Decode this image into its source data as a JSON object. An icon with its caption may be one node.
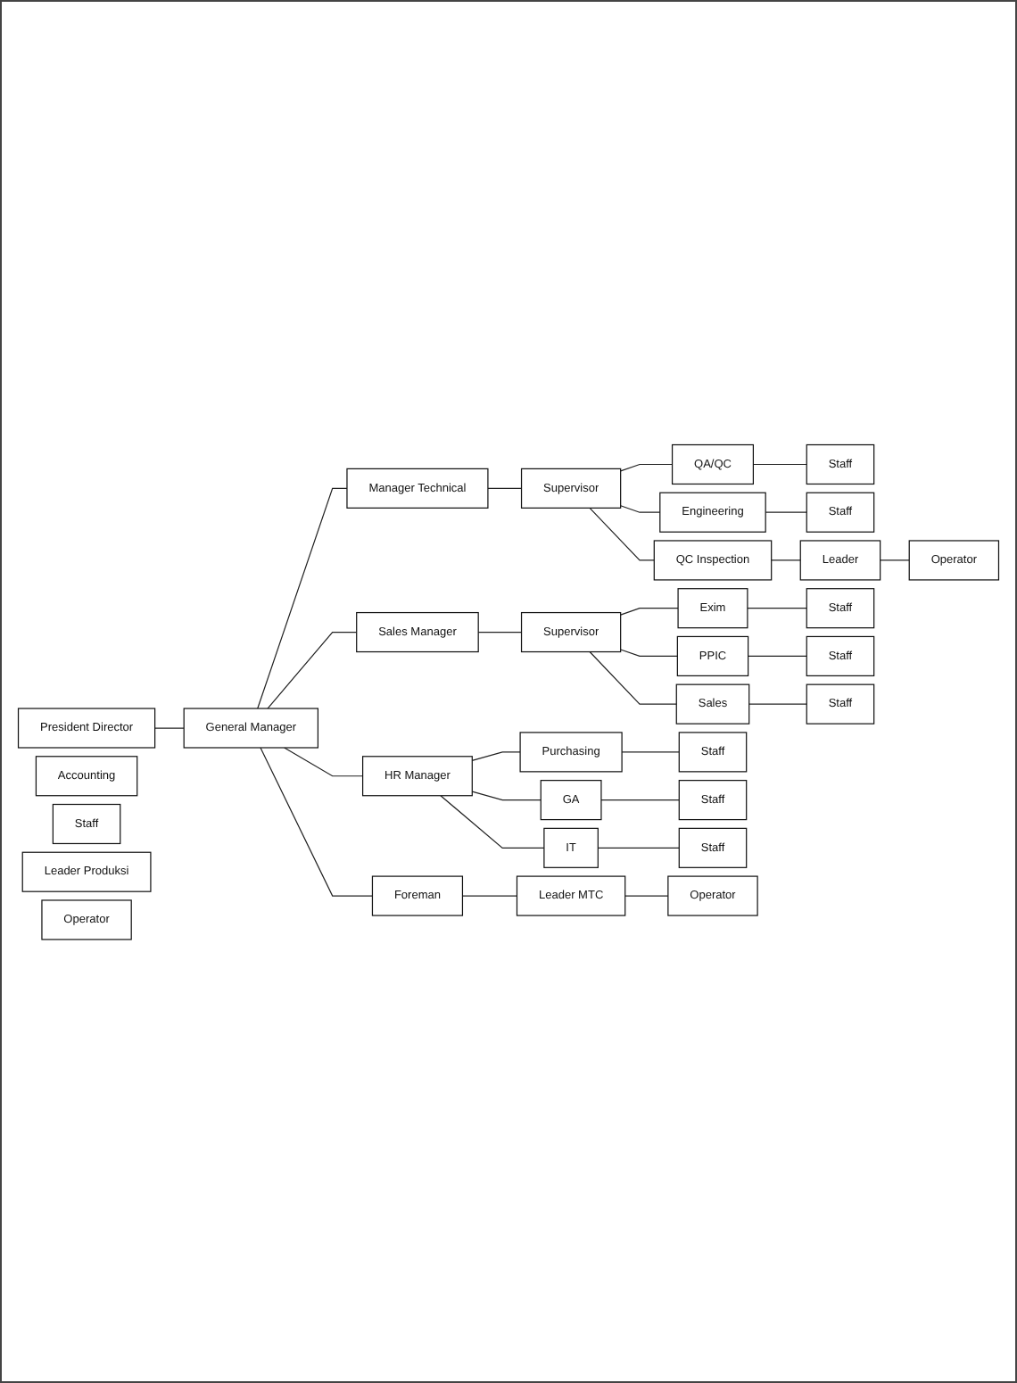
{
  "diagram": {
    "nodes": [
      {
        "text": [
          "President Director"
        ]
      },
      {
        "text": [
          "General Manager"
        ]
      },
      {
        "text": [
          "Manager Technical"
        ]
      },
      {
        "text": [
          "Supervisor"
        ]
      },
      {
        "text": [
          "QA/QC"
        ]
      },
      {
        "text": [
          "Engineering"
        ]
      },
      {
        "text": [
          "QC Inspection"
        ]
      },
      {
        "text": [
          "Staff"
        ]
      },
      {
        "text": [
          "Staff"
        ]
      },
      {
        "text": [
          "Leader"
        ]
      },
      {
        "text": [
          "Operator"
        ]
      },
      {
        "text": [
          "Sales Manager"
        ]
      },
      {
        "text": [
          "Supervisor"
        ]
      },
      {
        "text": [
          "Exim"
        ]
      },
      {
        "text": [
          "PPIC"
        ]
      },
      {
        "text": [
          "Sales"
        ]
      },
      {
        "text": [
          "Staff"
        ]
      },
      {
        "text": [
          "Staff"
        ]
      },
      {
        "text": [
          "Staff"
        ]
      },
      {
        "text": [
          "HR Manager"
        ]
      },
      {
        "text": [
          "Accounting"
        ]
      },
      {
        "text": [
          "Purchasing"
        ]
      },
      {
        "text": [
          "GA"
        ]
      },
      {
        "text": [
          "IT"
        ]
      },
      {
        "text": [
          "Staff"
        ]
      },
      {
        "text": [
          "Staff"
        ]
      },
      {
        "text": [
          "Staff"
        ]
      },
      {
        "text": [
          "Staff"
        ]
      },
      {
        "text": [
          "Foreman"
        ]
      },
      {
        "text": [
          "Leader Produksi"
        ]
      },
      {
        "text": [
          "Leader MTC"
        ]
      },
      {
        "text": [
          "Operator"
        ]
      },
      {
        "text": [
          "Operator"
        ]
      }
    ],
    "edges": [
      {
        "from": 0,
        "to": 1,
        "arrow": "none"
      },
      {
        "from": 1,
        "to": 2,
        "arrow": "none"
      },
      {
        "from": 1,
        "to": 11,
        "arrow": "none"
      },
      {
        "from": 1,
        "to": 19,
        "arrow": "none"
      },
      {
        "from": 1,
        "to": 28,
        "arrow": "none"
      },
      {
        "from": 2,
        "to": 3,
        "arrow": "none"
      },
      {
        "from": 3,
        "to": 4,
        "arrow": "none"
      },
      {
        "from": 3,
        "to": 5,
        "arrow": "none"
      },
      {
        "from": 3,
        "to": 6,
        "arrow": "none"
      },
      {
        "from": 4,
        "to": 7,
        "arrow": "none"
      },
      {
        "from": 5,
        "to": 8,
        "arrow": "none"
      },
      {
        "from": 6,
        "to": 9,
        "arrow": "none"
      },
      {
        "from": 9,
        "to": 10,
        "arrow": "none"
      },
      {
        "from": 11,
        "to": 12,
        "arrow": "none"
      },
      {
        "from": 12,
        "to": 13,
        "arrow": "none"
      },
      {
        "from": 12,
        "to": 14,
        "arrow": "none"
      },
      {
        "from": 12,
        "to": 15,
        "arrow": "none"
      },
      {
        "from": 13,
        "to": 16,
        "arrow": "none"
      },
      {
        "from": 14,
        "to": 17,
        "arrow": "none"
      },
      {
        "from": 15,
        "to": 18,
        "arrow": "none"
      },
      {
        "from": 19,
        "to": 21,
        "arrow": "none"
      },
      {
        "from": 19,
        "to": 22,
        "arrow": "none"
      },
      {
        "from": 19,
        "to": 23,
        "arrow": "none"
      },
      {
        "from": 21,
        "to": 25,
        "arrow": "none"
      },
      {
        "from": 22,
        "to": 26,
        "arrow": "none"
      },
      {
        "from": 23,
        "to": 27,
        "arrow": "none"
      },
      {
        "from": 28,
        "to": 30,
        "arrow": "none"
      },
      {
        "from": 30,
        "to": 32,
        "arrow": "none"
      }
    ]
  }
}
